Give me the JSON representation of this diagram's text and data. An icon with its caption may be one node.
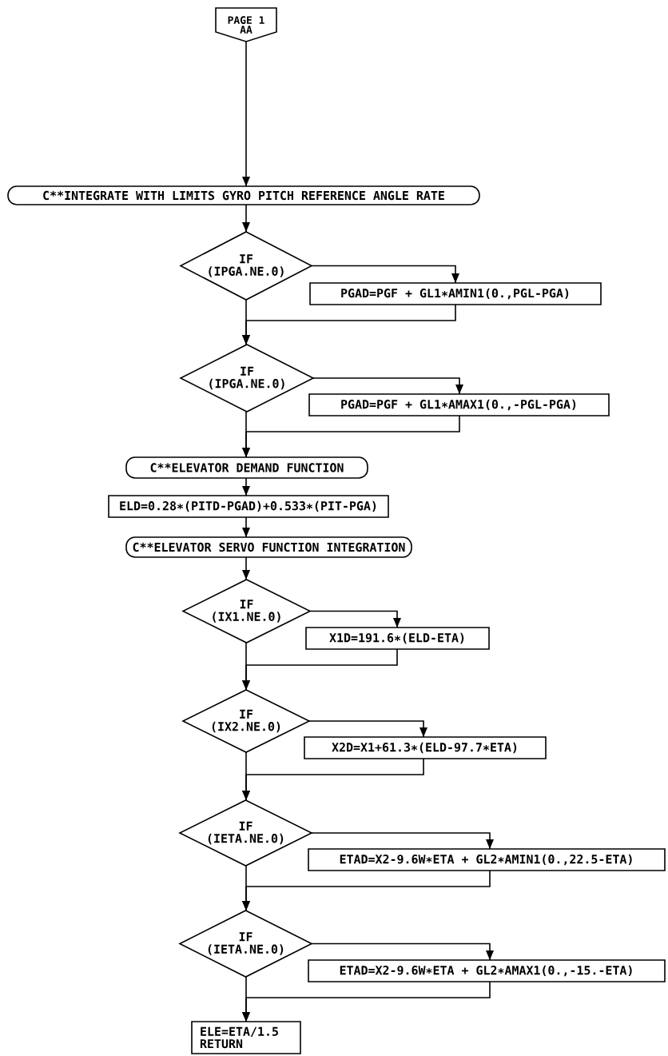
{
  "diagram": {
    "nodes": [
      {
        "text": [
          "PAGE 1",
          "AA"
        ]
      },
      {
        "text": [
          "C**INTEGRATE WITH LIMITS GYRO PITCH REFERENCE ANGLE RATE"
        ]
      },
      {
        "text": [
          "IF (IPGA.NE.0)"
        ]
      },
      {
        "text": [
          "PGAD=PGF + GL1∗AMIN1(0.,PGL-PGA)"
        ]
      },
      {
        "text": [
          "IF (IPGA.NE.0)"
        ]
      },
      {
        "text": [
          "PGAD=PGF + GL1∗AMAX1(0.,-PGL-PGA)"
        ]
      },
      {
        "text": [
          "C**ELEVATOR DEMAND FUNCTION"
        ]
      },
      {
        "text": [
          "ELD=0.28∗(PITD-PGAD)+0.533∗(PIT-PGA)"
        ]
      },
      {
        "text": [
          "C**ELEVATOR SERVO FUNCTION INTEGRATION"
        ]
      },
      {
        "text": [
          "IF (IX1.NE.0)"
        ]
      },
      {
        "text": [
          "X1D=191.6∗(ELD-ETA)"
        ]
      },
      {
        "text": [
          "IF (IX2.NE.0)"
        ]
      },
      {
        "text": [
          "X2D=X1+61.3∗(ELD-97.7∗ETA)"
        ]
      },
      {
        "text": [
          "IF (IETA.NE.0)"
        ]
      },
      {
        "text": [
          "ETAD=X2-9.6W∗ETA + GL2∗AMIN1(0.,22.5-ETA)"
        ]
      },
      {
        "text": [
          "IF (IETA.NE.0)"
        ]
      },
      {
        "text": [
          "ETAD=X2-9.6W∗ETA + GL2∗AMAX1(0.,-15.-ETA)"
        ]
      },
      {
        "text": [
          "ELE=ETA/1.5 RETURN"
        ]
      }
    ],
    "edges": [
      {
        "from": 0,
        "to": 1,
        "arrow": "to"
      },
      {
        "from": 1,
        "to": 2,
        "arrow": "to"
      },
      {
        "from": 2,
        "to": 3,
        "arrow": "to"
      },
      {
        "from": 3,
        "to": 4,
        "arrow": "to"
      },
      {
        "from": 2,
        "to": 4,
        "arrow": "to"
      },
      {
        "from": 4,
        "to": 5,
        "arrow": "to"
      },
      {
        "from": 5,
        "to": 6,
        "arrow": "to"
      },
      {
        "from": 4,
        "to": 6,
        "arrow": "to"
      },
      {
        "from": 6,
        "to": 7,
        "arrow": "to"
      },
      {
        "from": 7,
        "to": 8,
        "arrow": "to"
      },
      {
        "from": 8,
        "to": 9,
        "arrow": "to"
      },
      {
        "from": 9,
        "to": 10,
        "arrow": "to"
      },
      {
        "from": 10,
        "to": 11,
        "arrow": "to"
      },
      {
        "from": 9,
        "to": 11,
        "arrow": "to"
      },
      {
        "from": 11,
        "to": 12,
        "arrow": "to"
      },
      {
        "from": 12,
        "to": 13,
        "arrow": "to"
      },
      {
        "from": 11,
        "to": 13,
        "arrow": "to"
      },
      {
        "from": 13,
        "to": 14,
        "arrow": "to"
      },
      {
        "from": 14,
        "to": 15,
        "arrow": "to"
      },
      {
        "from": 13,
        "to": 15,
        "arrow": "to"
      },
      {
        "from": 15,
        "to": 16,
        "arrow": "to"
      },
      {
        "from": 16,
        "to": 17,
        "arrow": "to"
      },
      {
        "from": 15,
        "to": 17,
        "arrow": "to"
      }
    ]
  }
}
